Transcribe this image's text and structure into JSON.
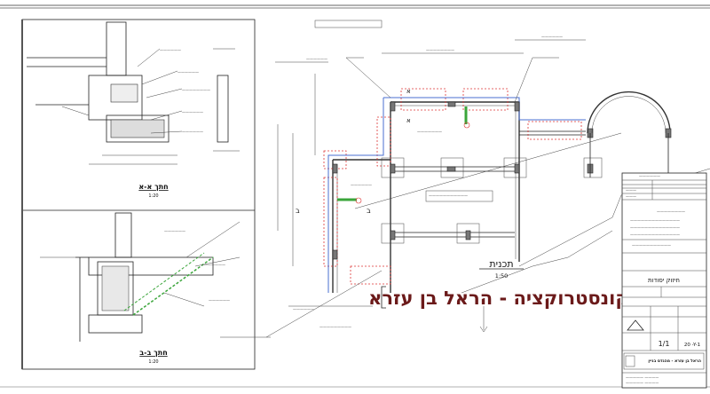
{
  "sheet": {
    "title_banner": "קונסטרוקציה - הראל בן עזרא",
    "banner_color": "#6b1a1a"
  },
  "plan": {
    "title": "תכנית",
    "scale": "1:50",
    "axis_labels": [
      "ב",
      "ב"
    ],
    "axis_labels_top": [
      "א",
      "א"
    ]
  },
  "sections": [
    {
      "title": "חתך א-א",
      "scale": "1:20"
    },
    {
      "title": "חתך ב-ב",
      "scale": "1:20"
    }
  ],
  "title_block": {
    "project": "חיזוק יסודות",
    "sheet_number": "1/1",
    "drawing_number": "20 -Y-1",
    "office": "הראל בן עזרא - מהנדס בניין"
  },
  "colors": {
    "lines": "#222222",
    "dashed_red": "#dd3333",
    "blue": "#4a6fd0",
    "green": "#3aa53a"
  }
}
